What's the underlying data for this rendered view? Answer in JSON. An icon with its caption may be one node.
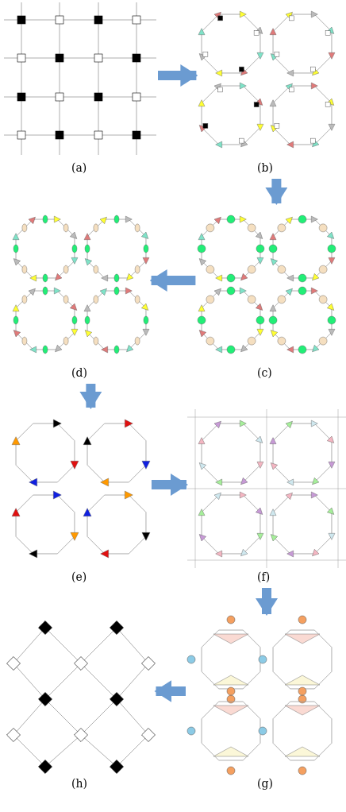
{
  "diagram": {
    "nodes": [
      {
        "text": [],
        "shape": "picture",
        "beside": [
          "(a)"
        ]
      },
      {
        "text": [],
        "shape": "picture",
        "beside": [
          "(b)"
        ]
      },
      {
        "text": [],
        "shape": "picture",
        "beside": [
          "(d)"
        ]
      },
      {
        "text": [],
        "shape": "picture",
        "beside": [
          "(c)"
        ]
      },
      {
        "text": [],
        "shape": "picture",
        "beside": [
          "(e)"
        ]
      },
      {
        "text": [],
        "shape": "picture",
        "beside": [
          "(f)"
        ]
      },
      {
        "text": [],
        "shape": "picture",
        "beside": [
          "(h)"
        ]
      },
      {
        "text": [],
        "shape": "picture",
        "beside": [
          "(g)"
        ]
      }
    ],
    "edges": [
      {
        "from": 0,
        "to": 1,
        "arrow": "to"
      },
      {
        "from": 1,
        "to": 3,
        "arrow": "to"
      },
      {
        "from": 3,
        "to": 2,
        "arrow": "to"
      },
      {
        "from": 2,
        "to": 4,
        "arrow": "to"
      },
      {
        "from": 4,
        "to": 5,
        "arrow": "to"
      },
      {
        "from": 5,
        "to": 7,
        "arrow": "to"
      },
      {
        "from": 7,
        "to": 6,
        "arrow": "to"
      }
    ]
  }
}
